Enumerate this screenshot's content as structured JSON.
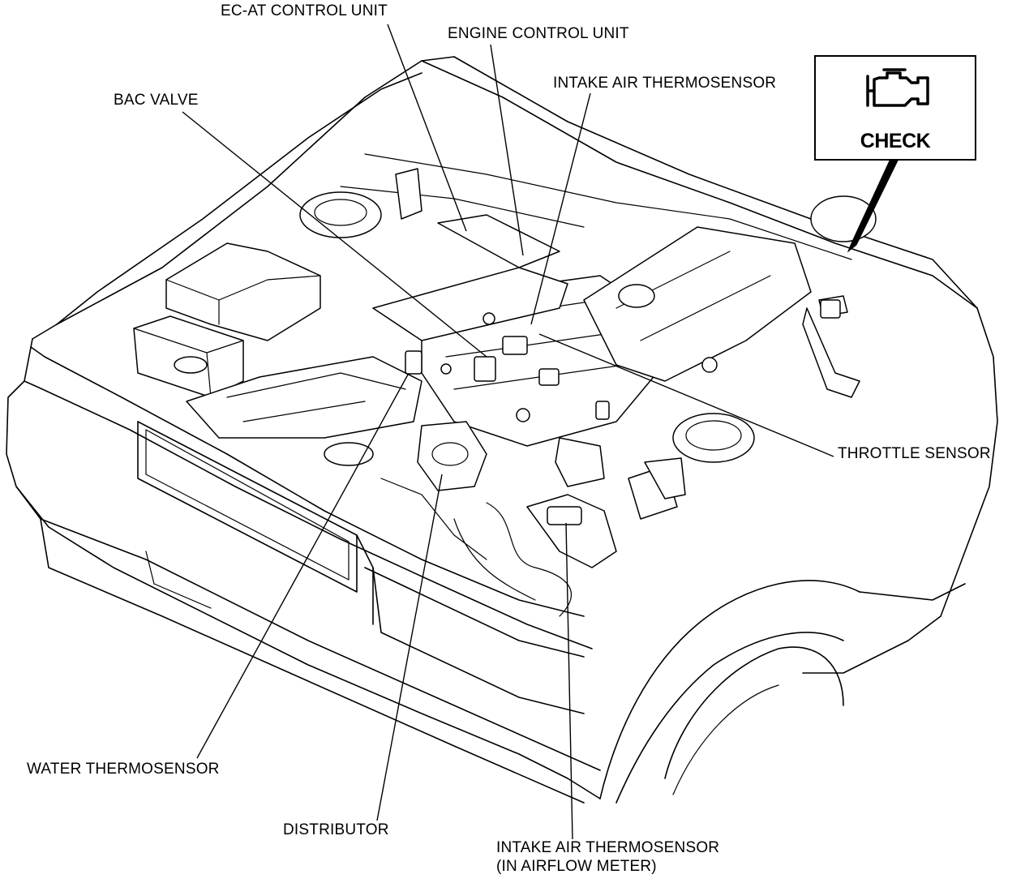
{
  "diagram": {
    "labels": {
      "ec_at_control_unit": "EC-AT CONTROL UNIT",
      "engine_control_unit": "ENGINE CONTROL UNIT",
      "intake_air_thermosensor": "INTAKE AIR THERMOSENSOR",
      "bac_valve": "BAC VALVE",
      "throttle_sensor": "THROTTLE SENSOR",
      "water_thermosensor": "WATER THERMOSENSOR",
      "distributor": "DISTRIBUTOR",
      "intake_air_thermosensor_airflow_line1": "INTAKE AIR THERMOSENSOR",
      "intake_air_thermosensor_airflow_line2": "(IN AIRFLOW METER)"
    },
    "check_lamp": {
      "text": "CHECK",
      "icon": "check-engine-icon"
    }
  }
}
